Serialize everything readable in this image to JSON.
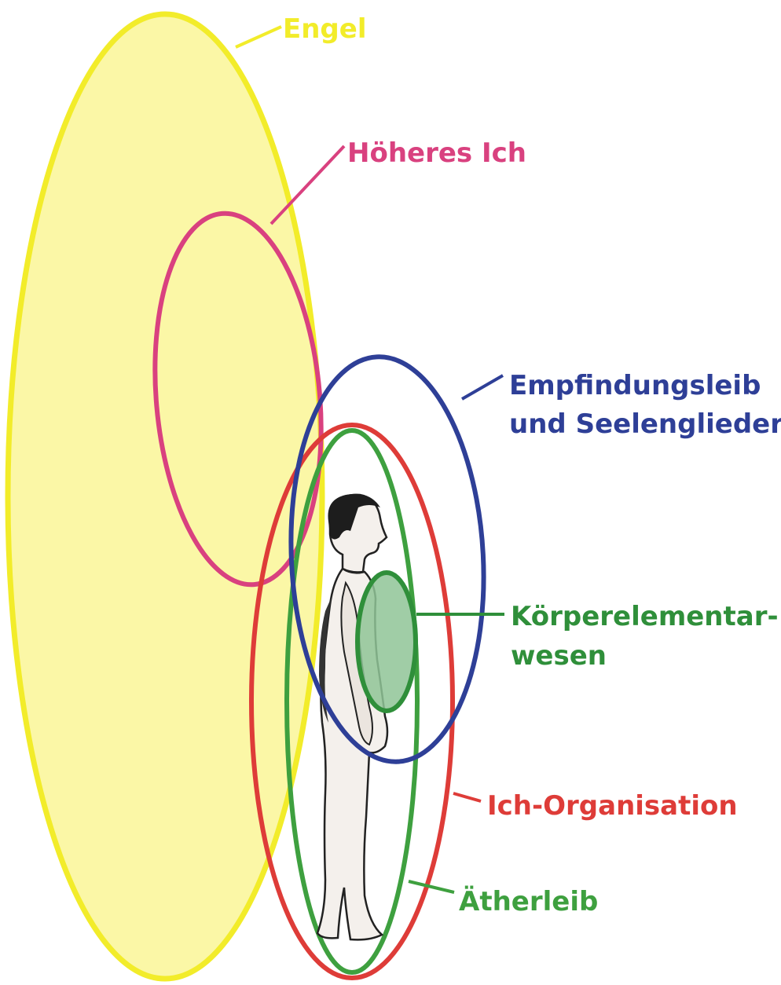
{
  "diagram": {
    "labels": {
      "engel": "Engel",
      "hoeheres_ich": "Höheres Ich",
      "empfindungsleib_line1": "Empfindungsleib",
      "empfindungsleib_line2": "und Seelenglieder",
      "koerperelementar_line1": "Körperelementar-",
      "koerperelementar_line2": "wesen",
      "ich_organisation": "Ich-Organisation",
      "aetherleib": "Ätherleib"
    },
    "colors": {
      "engel": "#f2ec2a",
      "engel_fill": "#fbf7a6",
      "hoeheres_ich": "#d9417f",
      "empfindungsleib": "#2e3f97",
      "ich_organisation": "#de3c38",
      "aetherleib": "#3ea03f",
      "koerperelementar": "#2f8f3a",
      "koerperelementar_fill": "#8fc496"
    }
  }
}
